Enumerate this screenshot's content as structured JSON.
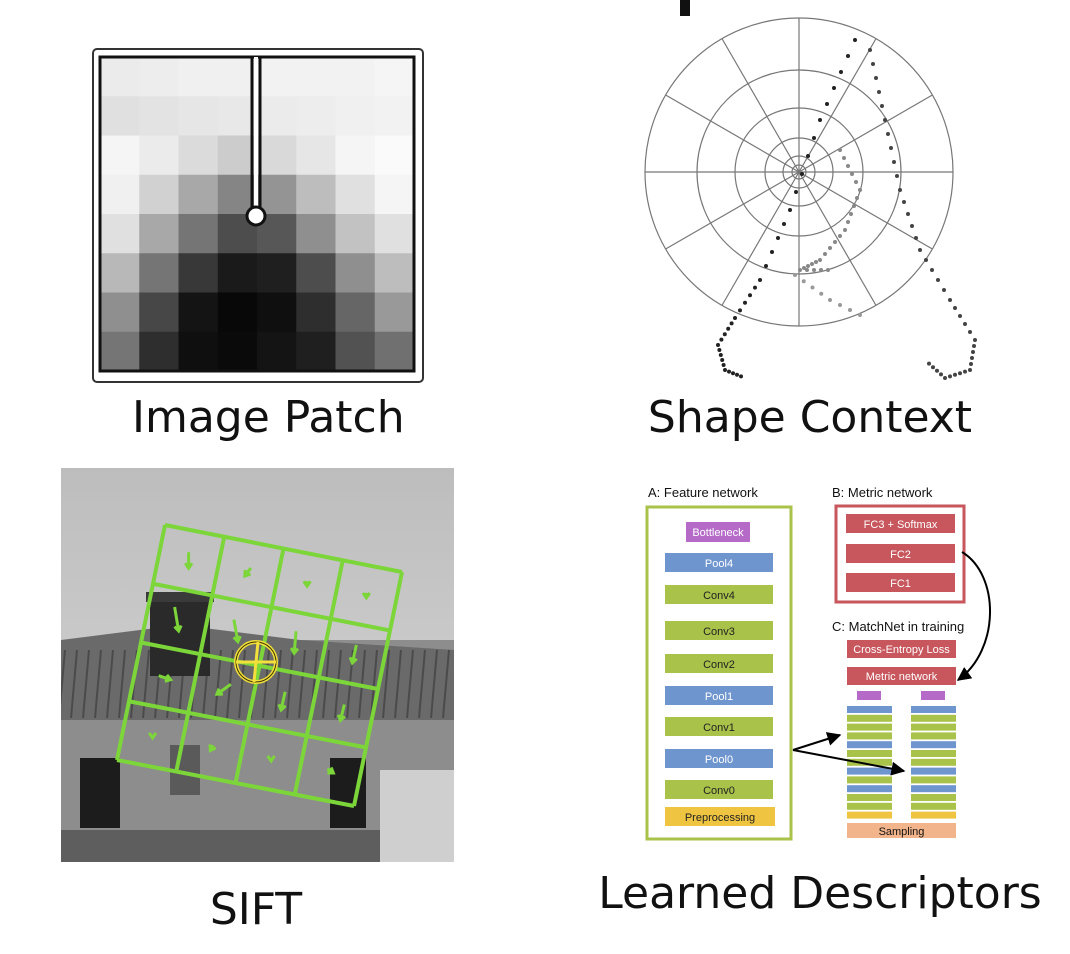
{
  "panels": {
    "image_patch": {
      "caption": "Image Patch"
    },
    "shape_context": {
      "caption": "Shape Context"
    },
    "sift": {
      "caption": "SIFT"
    },
    "learned": {
      "caption": "Learned Descriptors",
      "feature_network": {
        "title": "A: Feature network",
        "layers": [
          "Bottleneck",
          "Pool4",
          "Conv4",
          "Conv3",
          "Conv2",
          "Pool1",
          "Conv1",
          "Pool0",
          "Conv0",
          "Preprocessing"
        ]
      },
      "metric_network": {
        "title": "B: Metric network",
        "layers": [
          "FC3 + Softmax",
          "FC2",
          "FC1"
        ]
      },
      "training": {
        "title": "C: MatchNet in training",
        "loss_label": "Cross-Entropy Loss",
        "metric_label": "Metric network",
        "sampling_label": "Sampling"
      }
    }
  },
  "patch_values": [
    [
      0.92,
      0.93,
      0.94,
      0.94,
      0.95,
      0.95,
      0.95,
      0.96
    ],
    [
      0.88,
      0.89,
      0.9,
      0.91,
      0.92,
      0.93,
      0.94,
      0.95
    ],
    [
      0.96,
      0.92,
      0.86,
      0.8,
      0.85,
      0.9,
      0.96,
      0.98
    ],
    [
      0.94,
      0.82,
      0.66,
      0.52,
      0.58,
      0.74,
      0.88,
      0.96
    ],
    [
      0.88,
      0.66,
      0.46,
      0.3,
      0.34,
      0.56,
      0.76,
      0.88
    ],
    [
      0.72,
      0.46,
      0.22,
      0.1,
      0.12,
      0.3,
      0.56,
      0.74
    ],
    [
      0.56,
      0.28,
      0.08,
      0.03,
      0.06,
      0.18,
      0.4,
      0.6
    ],
    [
      0.46,
      0.18,
      0.06,
      0.04,
      0.08,
      0.12,
      0.32,
      0.44
    ]
  ],
  "colors": {
    "conv": "#a9c24a",
    "pool": "#6f95cf",
    "bottleneck": "#b56ac8",
    "preprocess": "#efc441",
    "metric": "#c7565d",
    "sampling": "#f2b48a",
    "sift_grid": "#7cd63a",
    "sift_keypoint": "#f3e03a"
  }
}
